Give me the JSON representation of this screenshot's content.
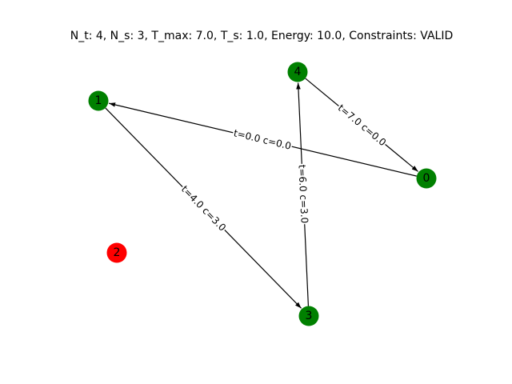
{
  "title": "N_t: 4, N_s: 3, T_max: 7.0, T_s: 1.0, Energy: 10.0, Constraints: VALID",
  "colors": {
    "visited": "#008000",
    "unvisited": "#ff0000",
    "edge": "#000000",
    "background": "#ffffff"
  },
  "nodes": [
    {
      "id": "0",
      "label": "0",
      "status": "visited"
    },
    {
      "id": "1",
      "label": "1",
      "status": "visited"
    },
    {
      "id": "2",
      "label": "2",
      "status": "unvisited"
    },
    {
      "id": "3",
      "label": "3",
      "status": "visited"
    },
    {
      "id": "4",
      "label": "4",
      "status": "visited"
    }
  ],
  "edges": [
    {
      "from": "0",
      "to": "1",
      "label": "t=0.0 c=0.0"
    },
    {
      "from": "1",
      "to": "3",
      "label": "t=4.0 c=3.0"
    },
    {
      "from": "3",
      "to": "4",
      "label": "t=6.0 c=3.0"
    },
    {
      "from": "4",
      "to": "0",
      "label": "t=7.0 c=0.0"
    }
  ]
}
